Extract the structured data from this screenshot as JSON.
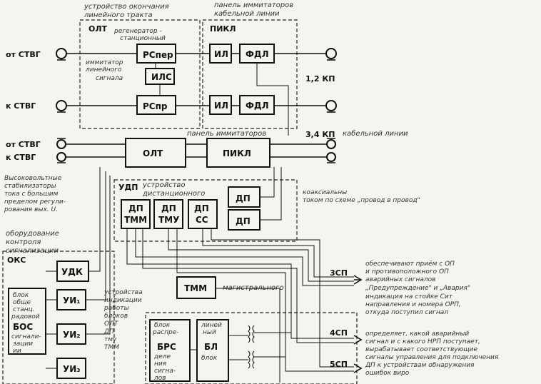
{
  "labels": {
    "ust_okonch_1": "устройство окончания",
    "ust_okonch_2": "линейного тракта",
    "panel_imit_1": "панель иммитаторов",
    "panel_imit_2": "кабельной линии",
    "olt_label": "ОЛТ",
    "regen_1": "регенератор -",
    "regen_2": "станционный",
    "imit_lin_1": "иммитатор",
    "imit_lin_2": "линейного",
    "imit_lin_3": "сигнала",
    "pikl_label": "ПИКЛ",
    "km_12": "1,2 КП",
    "km_34": "3,4 КП",
    "panel2_a": "панель иммитаторов",
    "panel2_b": "кабельной линии",
    "ot_stvg_1": "от СТВГ",
    "k_stvg_1": "к СТВГ",
    "ot_stvg_2": "от СТВГ",
    "k_stvg_2": "к СТВГ",
    "stab_1": "Высоковольтные",
    "stab_2": "стабилизаторы",
    "stab_3": "тока с большим",
    "stab_4": "пределом регули-",
    "stab_5": "рования вых. U.",
    "udp_label": "УДП",
    "udp_title_1": "устройство",
    "udp_title_2": "дистанционного",
    "koaks_1": "коаксиальны",
    "koaks_2": "током по схеме „провод в провод\"",
    "obor_1": "оборудование",
    "obor_2": "контроля",
    "obor_3": "сигнализации",
    "oks_label": "ОКС",
    "bos_1": "блок",
    "bos_2": "обще",
    "bos_3": "станц.",
    "bos_4": "радовой",
    "bos_main": "БОС",
    "bos_5": "сигнали-",
    "bos_6": "зации",
    "bos_7": "ии",
    "ust_ind_1": "устройства",
    "ust_ind_2": "индикации",
    "ust_ind_3": "работы",
    "ust_ind_4": "блоков",
    "ust_ind_5": "ОЛТ",
    "ust_ind_6": "ДП",
    "ust_ind_7": "тму",
    "ust_ind_8": "ТММ",
    "magistr": "магистрального",
    "brs_1": "блок",
    "brs_2": "распре-",
    "brs_3": "деле",
    "brs_4": "ния",
    "brs_5": "сигна-",
    "brs_6": "лов",
    "bl_1": "линей",
    "bl_2": "ный",
    "bl_3": "блок",
    "sp3": "3СП",
    "sp4": "4СП",
    "sp5": "5СП",
    "r1_1": "обеспечивают приём с ОП",
    "r1_2": "и противоположного ОП",
    "r1_3": "аварийных сигналов",
    "r1_4": "„Предупреждение\" и „Авария\"",
    "r1_5": "индикация на стойке Сит",
    "r1_6": "направления и номера ОРП,",
    "r1_7": "откуда поступил сигнал",
    "r2_1": "определяет, какой аварийный",
    "r2_2": "сигнал и с какого НРП поступает,",
    "r2_3": "вырабатывает соответствующие",
    "r2_4": "сигналы управления для подключения",
    "r2_5": "ДП к устройствам обнаружения",
    "r2_6": "ошибок виро"
  },
  "blocks": {
    "rs_per": "РСпер",
    "ils": "ИЛС",
    "rs_pr": "РСпр",
    "il1": "ИЛ",
    "il2": "ИЛ",
    "fdl1": "ФДЛ",
    "fdl2": "ФДЛ",
    "olt_big": "ОЛТ",
    "pikl_big": "ПИКЛ",
    "dp_r1": "ДП",
    "dp_r2": "ДП",
    "dp_tmm_1": "ДП",
    "dp_tmm_2": "ТММ",
    "dp_tmu_1": "ДП",
    "dp_tmu_2": "ТМУ",
    "dp_ss_1": "ДП",
    "dp_ss_2": "СС",
    "udk": "УДК",
    "ui1": "УИ₁",
    "ui2": "УИ₂",
    "ui3": "УИ₃",
    "tmm": "ТММ",
    "brs": "БРС",
    "bl": "БЛ"
  }
}
